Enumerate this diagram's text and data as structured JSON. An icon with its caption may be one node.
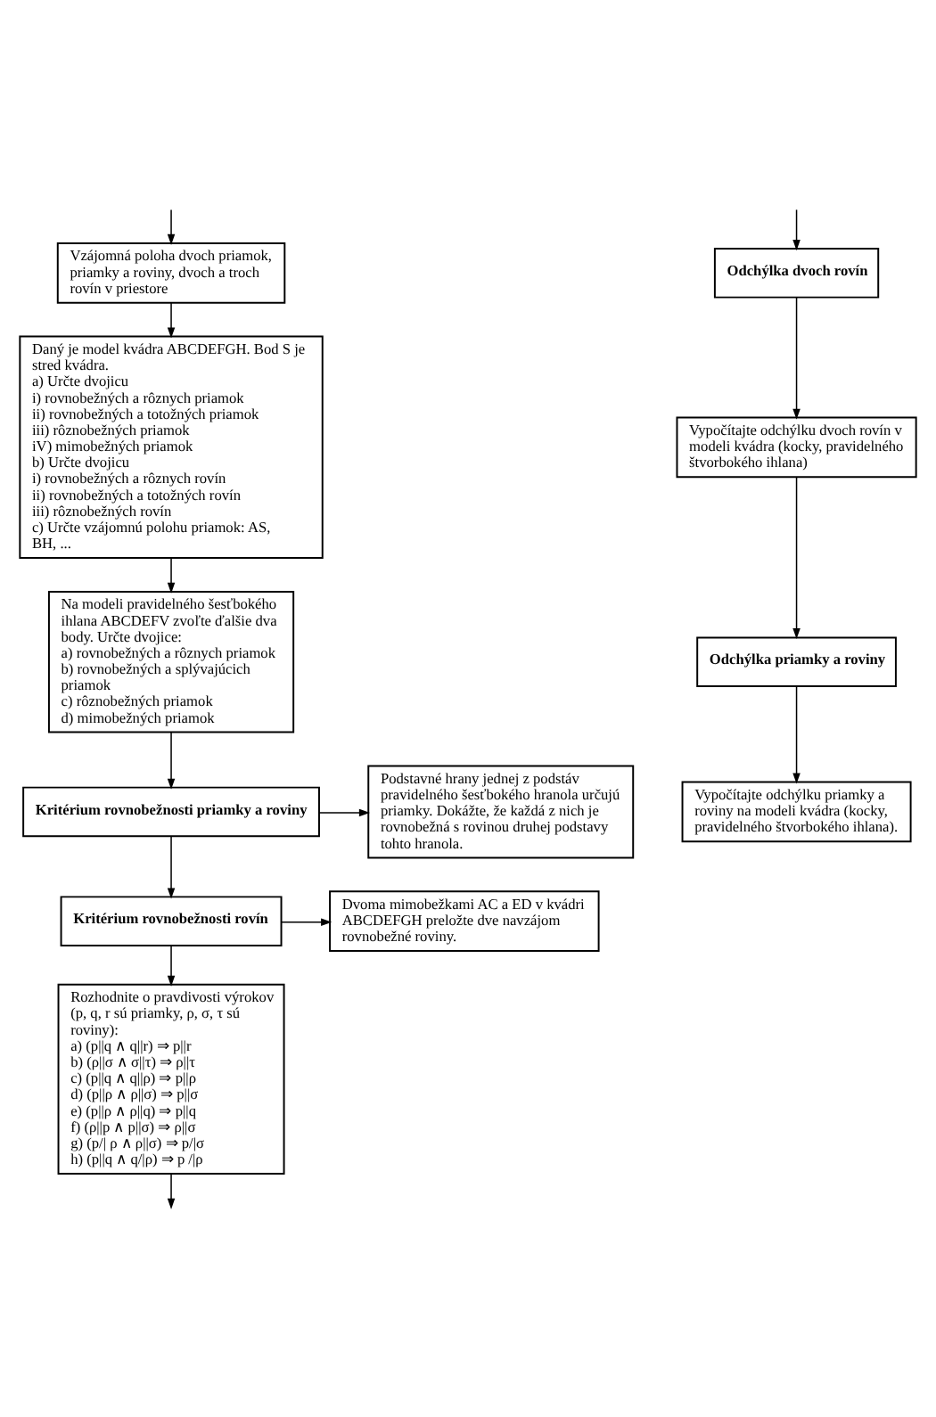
{
  "diagram": {
    "nodes": [
      {
        "text": [
          "Vzájomná poloha dvoch priamok, priamky a roviny, dvoch a troch rovín v priestore"
        ]
      },
      {
        "text": [
          "Daný je model kvádra ABCDEFGH. Bod S je stred kvádra.",
          "a) Určte dvojicu",
          "i) rovnobežných a rôznych priamok",
          "ii) rovnobežných a totožných priamok",
          "iii) rôznobežných priamok",
          "iV) mimobežných priamok",
          "b) Určte dvojicu",
          "i) rovnobežných a rôznych rovín",
          "ii) rovnobežných a totožných rovín",
          "iii) rôznobežných rovín",
          "c) Určte vzájomnú polohu priamok: AS, BH, ..."
        ]
      },
      {
        "text": [
          "Na modeli pravidelného šesťbokého ihlana ABCDEFV zvoľte ďalšie dva body. Určte dvojice:",
          "a) rovnobežných a rôznych priamok",
          "b) rovnobežných a splývajúcich priamok",
          "c) rôznobežných priamok",
          "d) mimobežných priamok"
        ]
      },
      {
        "text": [
          "Kritérium rovnobežnosti priamky a roviny"
        ]
      },
      {
        "text": [
          "Kritérium rovnobežnosti rovín"
        ]
      },
      {
        "text": [
          "Rozhodnite o pravdivosti výrokov (p, q, r sú priamky, ρ, σ, τ sú roviny):",
          "a) (p||q ∧ q||r) ⇒ p||r",
          "b) (ρ||σ ∧ σ||τ) ⇒ ρ||τ",
          "c) (p||q ∧ q||ρ) ⇒ p||ρ",
          "d) (p||ρ ∧ ρ||σ) ⇒ p||σ",
          "e) (p||ρ ∧ ρ||q) ⇒ p||q",
          "f) (ρ||p ∧ p||σ) ⇒ ρ||σ",
          "g) (p/| ρ ∧ ρ||σ) ⇒ p/|σ",
          "h) (p||q ∧ q/|ρ) ⇒ p /|ρ"
        ]
      },
      {
        "text": [
          "Odchýlka dvoch rovín"
        ]
      },
      {
        "text": [
          "Vypočítajte odchýlku dvoch rovín v modeli kvádra (kocky, pravidelného štvorbokého ihlana)"
        ]
      },
      {
        "text": [
          "Odchýlka priamky a roviny"
        ]
      },
      {
        "text": [
          "Vypočítajte odchýlku priamky a roviny na modeli kvádra (kocky, pravidelného štvorbokého ihlana)."
        ]
      },
      {
        "text": [
          "Podstavné hrany jednej z podstáv pravidelného šesťbokého hranola určujú priamky. Dokážte, že každá z nich je rovnobežná s rovinou druhej podstavy tohto hranola."
        ]
      },
      {
        "text": [
          "Dvoma mimobežkami AC a ED v kvádri ABCDEFGH preložte dve navzájom rovnobežné roviny."
        ]
      }
    ],
    "edges": [
      {
        "from": null,
        "to": 0,
        "arrow": "to"
      },
      {
        "from": 0,
        "to": 1,
        "arrow": "to"
      },
      {
        "from": 1,
        "to": 2,
        "arrow": "to"
      },
      {
        "from": 2,
        "to": 3,
        "arrow": "to"
      },
      {
        "from": 3,
        "to": 4,
        "arrow": "to"
      },
      {
        "from": 4,
        "to": 5,
        "arrow": "to"
      },
      {
        "from": 5,
        "to": null,
        "arrow": "to"
      },
      {
        "from": null,
        "to": 6,
        "arrow": "to"
      },
      {
        "from": 6,
        "to": 7,
        "arrow": "to"
      },
      {
        "from": 7,
        "to": 8,
        "arrow": "to"
      },
      {
        "from": 8,
        "to": 9,
        "arrow": "to"
      },
      {
        "from": 3,
        "to": 10,
        "arrow": "to"
      },
      {
        "from": 4,
        "to": 11,
        "arrow": "to"
      }
    ]
  }
}
